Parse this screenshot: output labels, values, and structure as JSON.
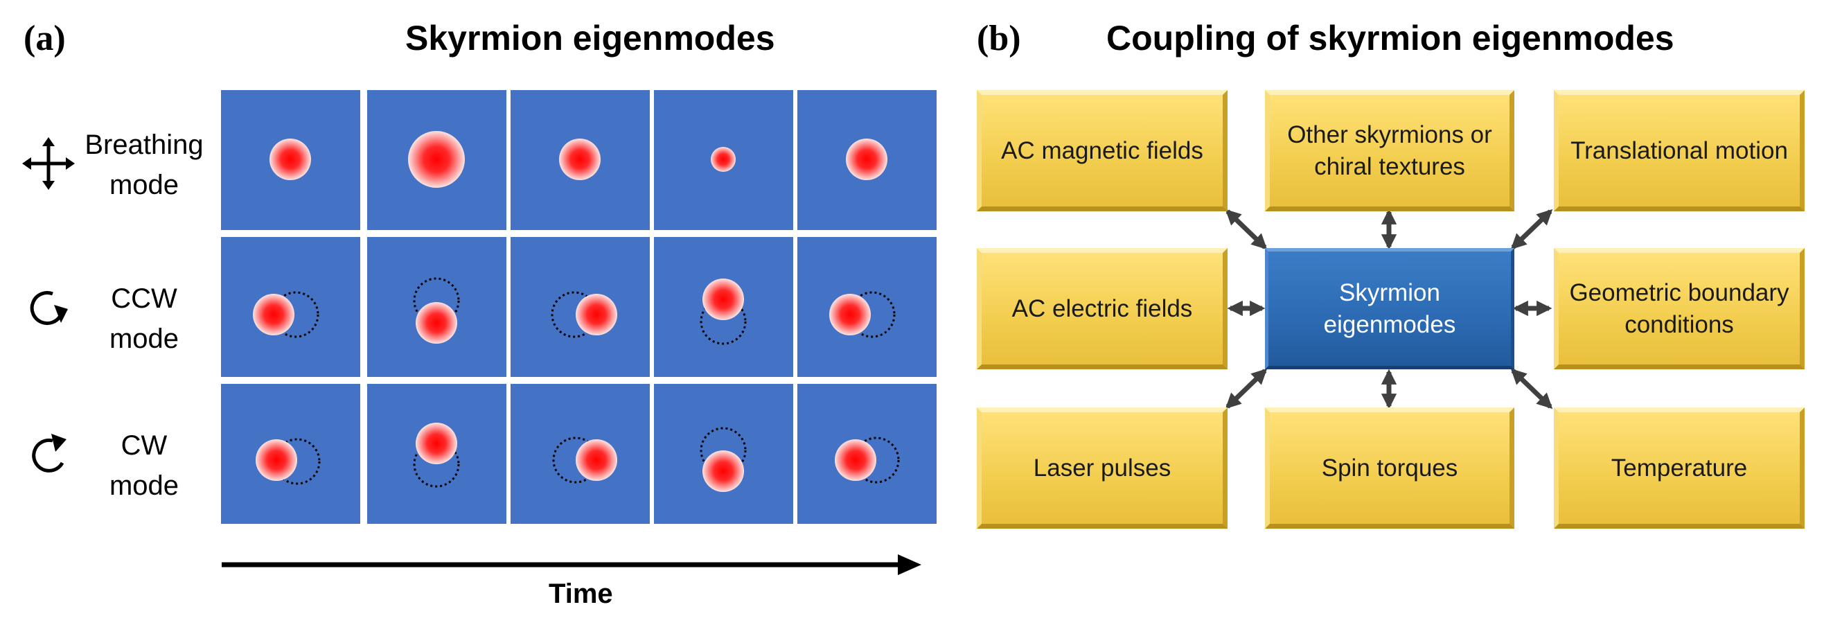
{
  "panel_a": {
    "label": "(a)",
    "title": "Skyrmion eigenmodes",
    "modes": [
      {
        "line1": "Breathing",
        "line2": "mode",
        "icon": "four-way-arrows-icon"
      },
      {
        "line1": "CCW",
        "line2": "mode",
        "icon": "counterclockwise-arrow-icon"
      },
      {
        "line1": "CW",
        "line2": "mode",
        "icon": "clockwise-arrow-icon"
      }
    ],
    "time_label": "Time",
    "colors": {
      "tile": "#4472c4",
      "skyrmion_core": "#ff0000",
      "skyrmion_edge": "#fbe4e4"
    }
  },
  "panel_b": {
    "label": "(b)",
    "title": "Coupling of skyrmion eigenmodes",
    "center": {
      "line1": "Skyrmion",
      "line2": "eigenmodes"
    },
    "boxes": {
      "top_left": {
        "line1": "AC magnetic fields",
        "line2": ""
      },
      "top_mid": {
        "line1": "Other skyrmions or",
        "line2": "chiral textures"
      },
      "top_right": {
        "line1": "Translational motion",
        "line2": ""
      },
      "mid_left": {
        "line1": "AC electric fields",
        "line2": ""
      },
      "mid_right": {
        "line1": "Geometric boundary",
        "line2": "conditions"
      },
      "bot_left": {
        "line1": "Laser pulses",
        "line2": ""
      },
      "bot_mid": {
        "line1": "Spin torques",
        "line2": ""
      },
      "bot_right": {
        "line1": "Temperature",
        "line2": ""
      }
    },
    "colors": {
      "box": "#f2cd4e",
      "center": "#2d6cb5",
      "arrow": "#404040"
    }
  }
}
